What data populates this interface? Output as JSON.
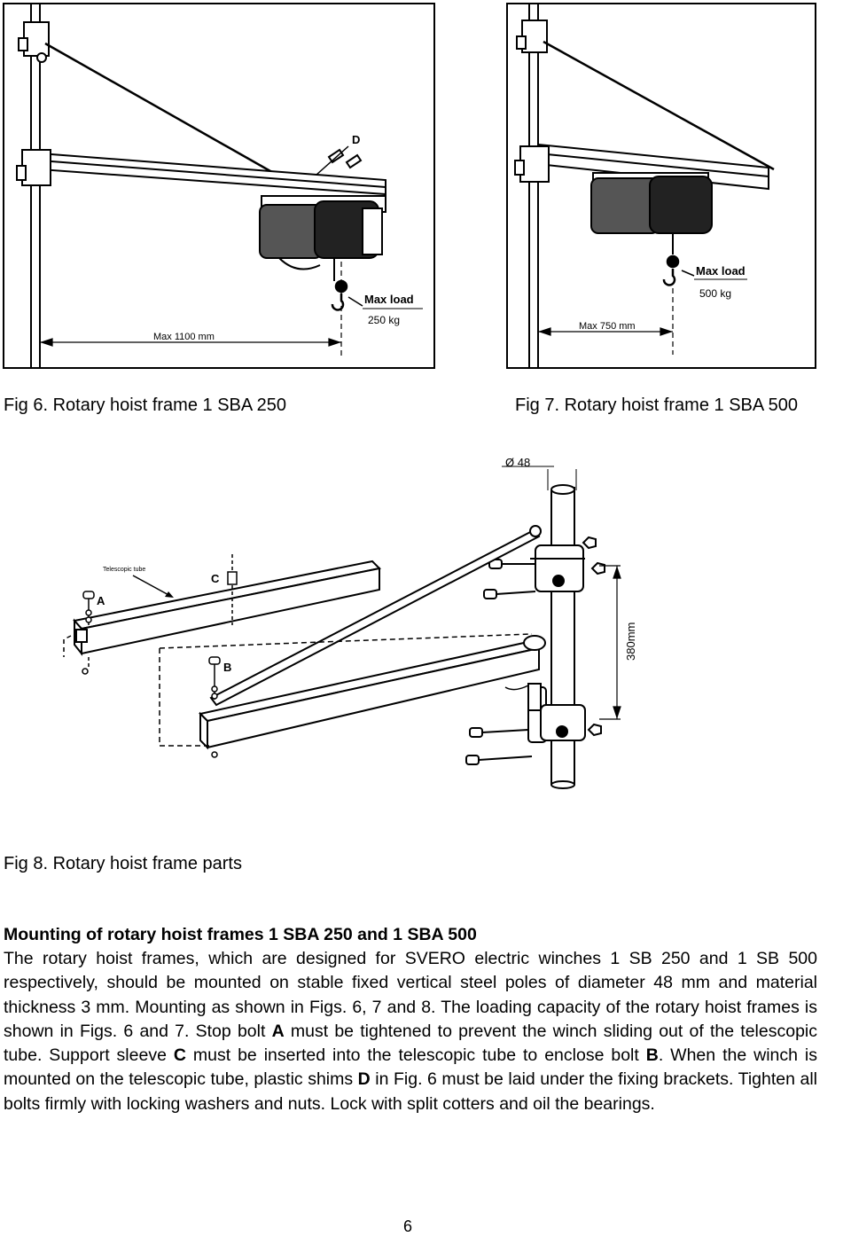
{
  "fig6": {
    "label_d": "D",
    "max_load": "Max load",
    "load_value": "250 kg",
    "max_distance": "Max 1100 mm",
    "caption": "Fig 6. Rotary hoist frame 1 SBA 250"
  },
  "fig7": {
    "max_load": "Max load",
    "load_value": "500 kg",
    "max_distance": "Max 750 mm",
    "caption": "Fig 7. Rotary hoist frame 1 SBA 500"
  },
  "fig8": {
    "diameter_label": "Ø 48",
    "telescopic_tube_label": "Telescopic tube",
    "label_a": "A",
    "label_b": "B",
    "label_c": "C",
    "dimension_label": "380mm",
    "caption": "Fig 8. Rotary hoist frame parts"
  },
  "section": {
    "heading": "Mounting of rotary hoist frames 1 SBA 250 and 1 SBA 500",
    "paragraph": [
      {
        "text": "The rotary hoist frames, which are designed for SVERO electric winches 1 SB 250 and 1 SB 500 respectively, should be mounted on stable fixed vertical steel poles of diameter 48 mm and material thickness 3 mm. Mounting as shown in Figs. 6, 7 and 8. The loading capacity of the rotary hoist frames is shown in Figs. 6 and 7. Stop bolt "
      },
      {
        "bold": "A"
      },
      {
        "text": " must be tightened to prevent the winch sliding out of the telescopic tube. Support sleeve "
      },
      {
        "bold": "C"
      },
      {
        "text": " must be inserted into the telescopic tube to enclose bolt "
      },
      {
        "bold": "B"
      },
      {
        "text": ". When the winch is mounted on the telescopic tube, plastic shims "
      },
      {
        "bold": "D"
      },
      {
        "text": " in Fig. 6 must be laid under the fixing brackets. Tighten all bolts firmly with locking washers and nuts. Lock with split cotters and oil the bearings."
      }
    ]
  },
  "page_number": "6"
}
